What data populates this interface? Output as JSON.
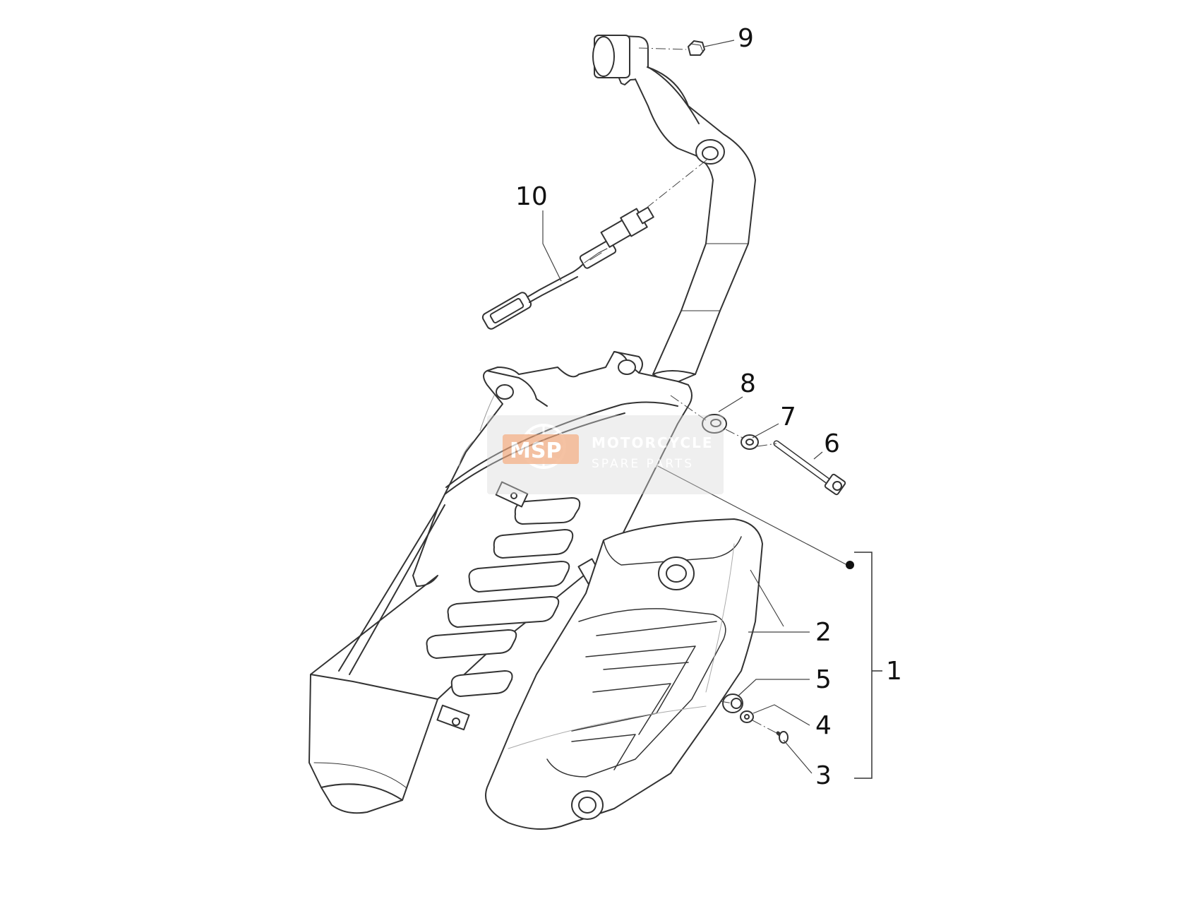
{
  "diagram": {
    "callouts": [
      {
        "id": "9",
        "label": "9"
      },
      {
        "id": "10",
        "label": "10"
      },
      {
        "id": "8",
        "label": "8"
      },
      {
        "id": "7",
        "label": "7"
      },
      {
        "id": "6",
        "label": "6"
      },
      {
        "id": "2",
        "label": "2"
      },
      {
        "id": "1",
        "label": "1"
      },
      {
        "id": "5",
        "label": "5"
      },
      {
        "id": "4",
        "label": "4"
      },
      {
        "id": "3",
        "label": "3"
      }
    ]
  },
  "watermark": {
    "logo_text": "MSP",
    "title": "MOTORCYCLE",
    "subtitle": "SPARE PARTS",
    "box_color": "#d9d9d9",
    "accent_color": "#f0a070"
  },
  "colors": {
    "line": "#333333",
    "text": "#111111"
  }
}
